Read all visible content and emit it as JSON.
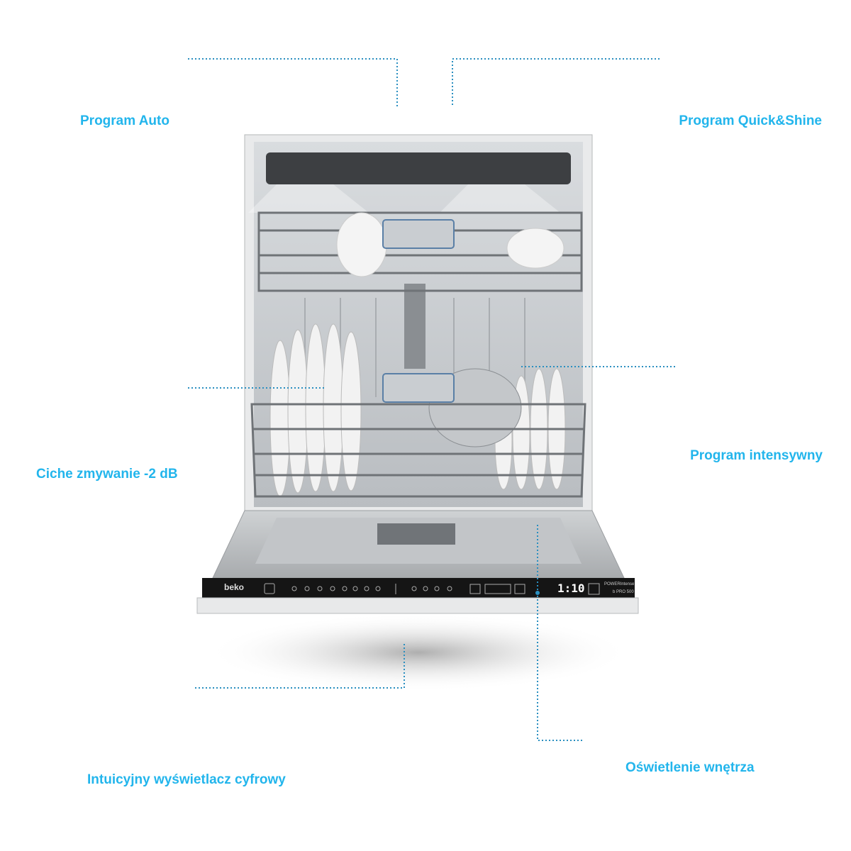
{
  "features": {
    "program_auto": "Program Auto",
    "program_quick_shine": "Program Quick&Shine",
    "program_intensive": "Program intensywny",
    "quiet_wash": "Ciche zmywanie -2 dB",
    "digital_display": "Intuicyjny wyświetlacz cyfrowy",
    "interior_lighting": "Oświetlenie wnętrza"
  },
  "product": {
    "brand_logo": "beko",
    "display_time": "1:10",
    "series_logo": "POWERIntense",
    "model_logo": "b PRO 500"
  },
  "colors": {
    "accent": "#22b5ec",
    "leader": "#2a8fc0",
    "panel": "#151515"
  }
}
